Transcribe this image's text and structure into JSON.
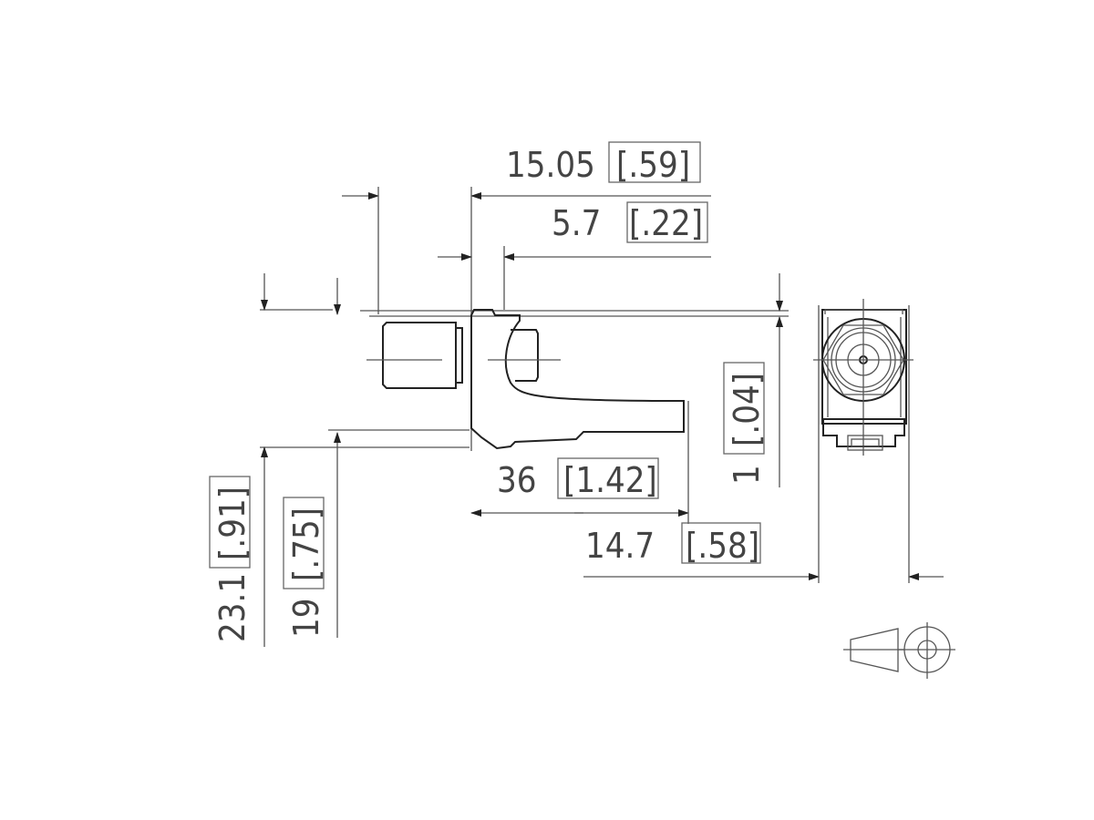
{
  "dimensions": {
    "overall_width": "15.05",
    "overall_width_in": "[.59]",
    "flange_offset": "5.7",
    "flange_offset_in": "[.22]",
    "total_height": "23.1",
    "total_height_in": "[.91]",
    "body_height": "19",
    "body_height_in": "[.75]",
    "gap": "1",
    "gap_in": "[.04]",
    "lead_length": "36",
    "lead_length_in": "[1.42]",
    "end_width": "14.7",
    "end_width_in": "[.58]"
  },
  "projection_symbol": "first-angle-projection-icon"
}
